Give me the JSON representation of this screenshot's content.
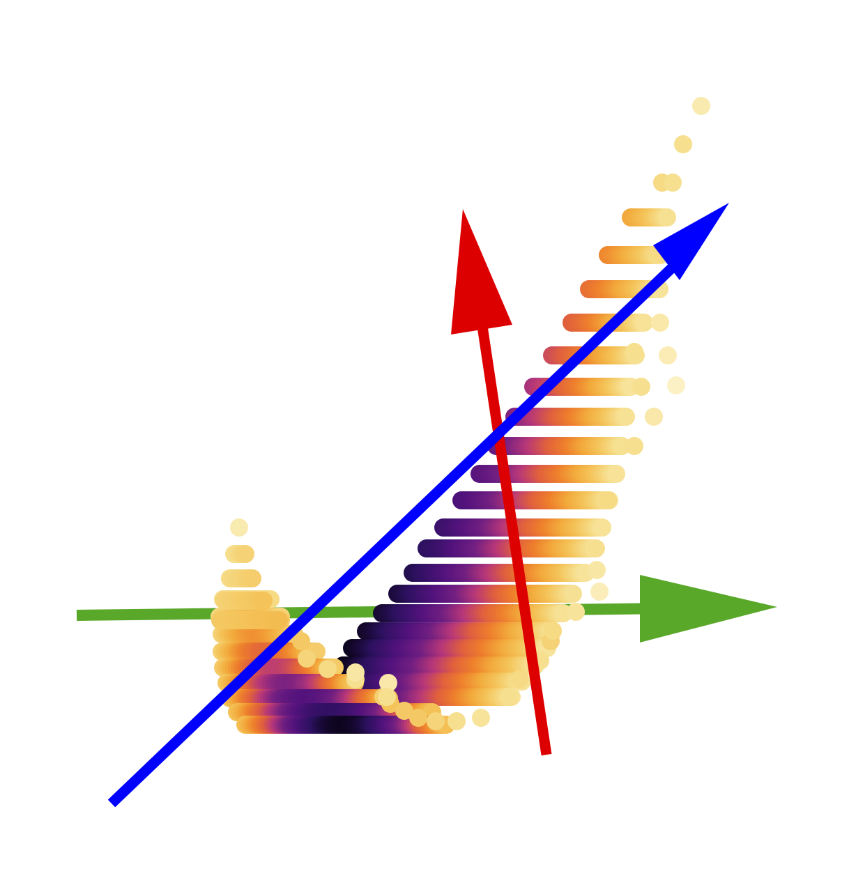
{
  "figure": {
    "background": "#ffffff",
    "palette": [
      "#000004",
      "#2c115f",
      "#51127c",
      "#721f81",
      "#b73779",
      "#e0603d",
      "#ee7f2c",
      "#f2a93b",
      "#f4c45a",
      "#f6df8f",
      "#fbf1c4"
    ],
    "point_cloud": {
      "description_shape": "curved-sheet",
      "colormap": "inferno-like"
    },
    "axes": [
      {
        "name": "blue",
        "color": "#0000ff",
        "icon": "arrow"
      },
      {
        "name": "red",
        "color": "#dd0000",
        "icon": "arrow"
      },
      {
        "name": "green",
        "color": "#5aa82a",
        "icon": "arrow"
      }
    ]
  }
}
